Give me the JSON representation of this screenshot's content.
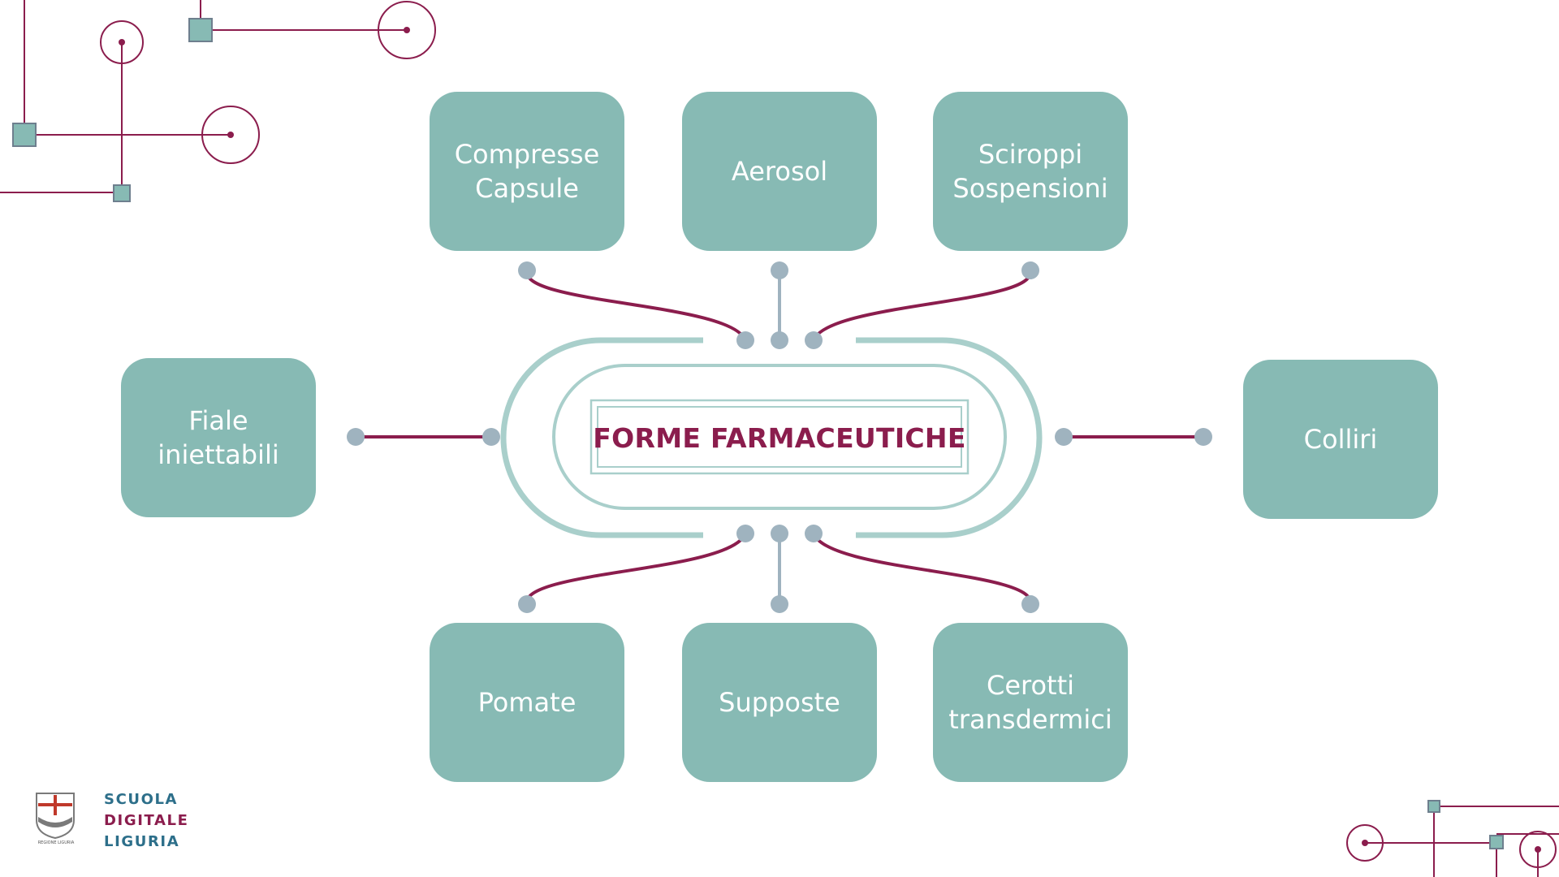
{
  "diagram": {
    "center": {
      "label": "FORME FARMACEUTICHE"
    },
    "nodes": [
      {
        "id": "compresse-capsule",
        "lines": [
          "Compresse",
          "Capsule"
        ]
      },
      {
        "id": "aerosol",
        "lines": [
          "Aerosol"
        ]
      },
      {
        "id": "sciroppi-sospensioni",
        "lines": [
          "Sciroppi",
          "Sospensioni"
        ]
      },
      {
        "id": "fiale-iniettabili",
        "lines": [
          "Fiale",
          "iniettabili"
        ]
      },
      {
        "id": "colliri",
        "lines": [
          "Colliri"
        ]
      },
      {
        "id": "pomate",
        "lines": [
          "Pomate"
        ]
      },
      {
        "id": "supposte",
        "lines": [
          "Supposte"
        ]
      },
      {
        "id": "cerotti-transdermici",
        "lines": [
          "Cerotti",
          "transdermici"
        ]
      }
    ]
  },
  "branding": {
    "logo_lines": [
      "SCUOLA",
      "DIGITALE",
      "LIGURIA"
    ],
    "crest_caption": "REGIONE LIGURIA"
  },
  "colors": {
    "box": "#87bab4",
    "connector": "#8b1d4d",
    "dot": "#9fb3bf",
    "frame": "#a9cfcb",
    "title": "#8b1d4d",
    "logo_blue": "#2d6f8a",
    "logo_red": "#8b1d4d"
  }
}
